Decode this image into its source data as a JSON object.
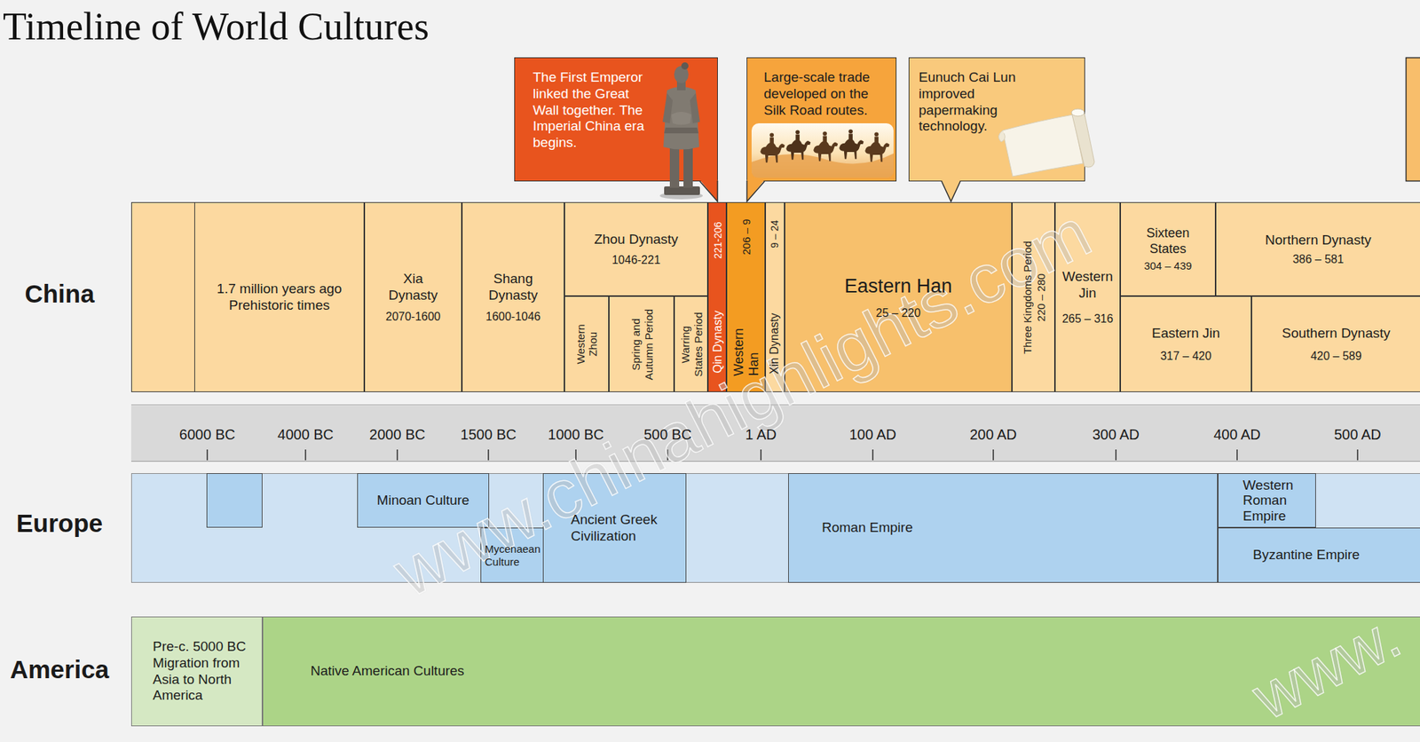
{
  "diagram": {
    "title": "Timeline of World Cultures",
    "nodes": [
      {
        "text": [
          "The First Emperor linked the Great Wall together. The Imperial China era begins."
        ]
      },
      {
        "text": [
          "Large-scale trade developed on the Silk Road routes."
        ]
      },
      {
        "text": [
          "Eunuch Cai Lun improved papermaking technology."
        ]
      },
      {
        "text": [
          "1.7 million years ago Prehistoric times"
        ]
      },
      {
        "text": [
          "Xia Dynasty",
          "2070-1600"
        ]
      },
      {
        "text": [
          "Shang Dynasty",
          "1600-1046"
        ]
      },
      {
        "text": [
          "Zhou Dynasty",
          "1046-221"
        ]
      },
      {
        "text": [
          "Western Zhou"
        ]
      },
      {
        "text": [
          "Spring and Autumn Period"
        ]
      },
      {
        "text": [
          "Warring States Period"
        ]
      },
      {
        "text": [
          "Qin Dynasty",
          "221-206"
        ]
      },
      {
        "text": [
          "Western Han",
          "206 – 9"
        ]
      },
      {
        "text": [
          "Xin Dynasty",
          "9 – 24"
        ]
      },
      {
        "text": [
          "Eastern Han",
          "25 – 220"
        ]
      },
      {
        "text": [
          "Three Kingdoms Period",
          "220 – 280"
        ]
      },
      {
        "text": [
          "Western Jin",
          "265 – 316"
        ]
      },
      {
        "text": [
          "Sixteen States",
          "304 – 439"
        ]
      },
      {
        "text": [
          "Northern Dynasty",
          "386 – 581"
        ]
      },
      {
        "text": [
          "Eastern Jin",
          "317 – 420"
        ]
      },
      {
        "text": [
          "Southern Dynasty",
          "420 – 589"
        ]
      },
      {
        "text": [
          "Minoan Culture"
        ]
      },
      {
        "text": [
          "Mycenaean Culture"
        ]
      },
      {
        "text": [
          "Ancient Greek Civilization"
        ]
      },
      {
        "text": [
          "Roman Empire"
        ]
      },
      {
        "text": [
          "Western Roman Empire"
        ]
      },
      {
        "text": [
          "Byzantine Empire"
        ]
      },
      {
        "text": [
          "Pre-c. 5000 BC Migration from Asia to North America"
        ]
      },
      {
        "text": [
          "Native American Cultures"
        ]
      }
    ],
    "labels": [
      "China",
      "Europe",
      "America",
      "6000 BC",
      "4000 BC",
      "2000 BC",
      "1500 BC",
      "1000 BC",
      "500 BC",
      "1 AD",
      "100 AD",
      "200 AD",
      "300 AD",
      "400 AD",
      "500 AD",
      "www.chinahighlights.com",
      "www."
    ]
  }
}
